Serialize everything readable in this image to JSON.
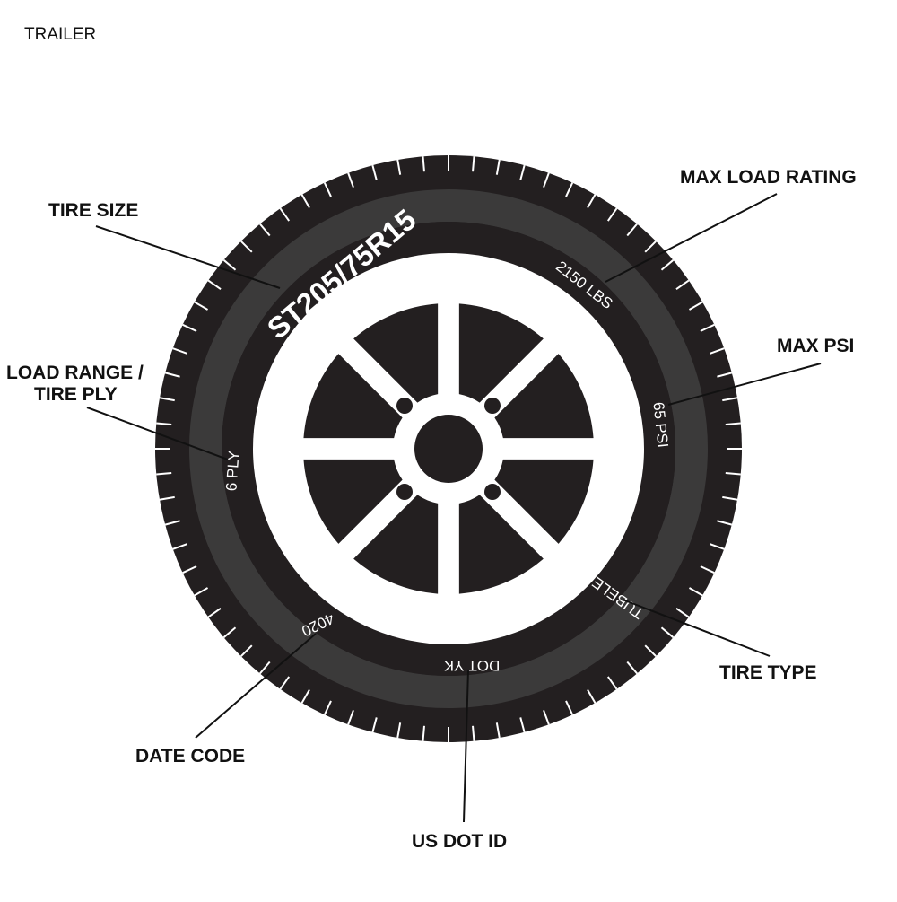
{
  "corner_label": "TRAILER",
  "colors": {
    "tire": "#231f20",
    "band": "#3b3a3a",
    "wheel": "#ffffff",
    "leader": "#111111"
  },
  "sidewall": {
    "tire_size": "ST205/75R15",
    "max_load": "2150 LBS",
    "max_psi": "65 PSI",
    "ply": "6 PLY",
    "tire_type": "TUBELESS",
    "dot": "DOT YK",
    "date_code": "4020"
  },
  "callouts": {
    "max_load_rating": "MAX LOAD RATING",
    "tire_size": "TIRE SIZE",
    "max_psi": "MAX PSI",
    "load_range_line1": "LOAD RANGE /",
    "load_range_line2": "TIRE PLY",
    "tire_type": "TIRE TYPE",
    "date_code": "DATE CODE",
    "us_dot_id": "US DOT ID"
  }
}
